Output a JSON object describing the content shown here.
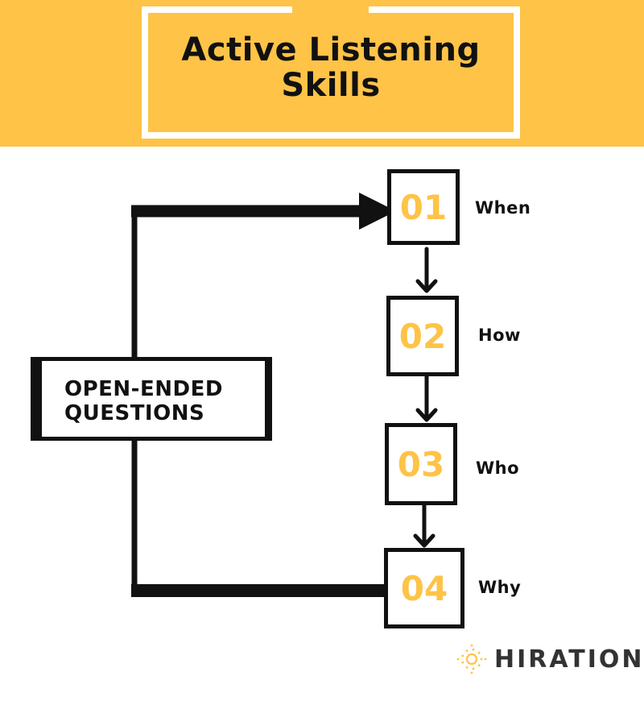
{
  "colors": {
    "accent": "#fec347",
    "ink": "#111111",
    "background": "#ffffff"
  },
  "header": {
    "title_line1": "Active Listening",
    "title_line2": "Skills"
  },
  "center_node": {
    "line1": "OPEN-ENDED",
    "line2": "QUESTIONS"
  },
  "steps": [
    {
      "number": "01",
      "label": "When"
    },
    {
      "number": "02",
      "label": "How"
    },
    {
      "number": "03",
      "label": "Who"
    },
    {
      "number": "04",
      "label": "Why"
    }
  ],
  "brand": {
    "name": "HIRATION",
    "icon": "dotted-circle-logo-icon"
  }
}
